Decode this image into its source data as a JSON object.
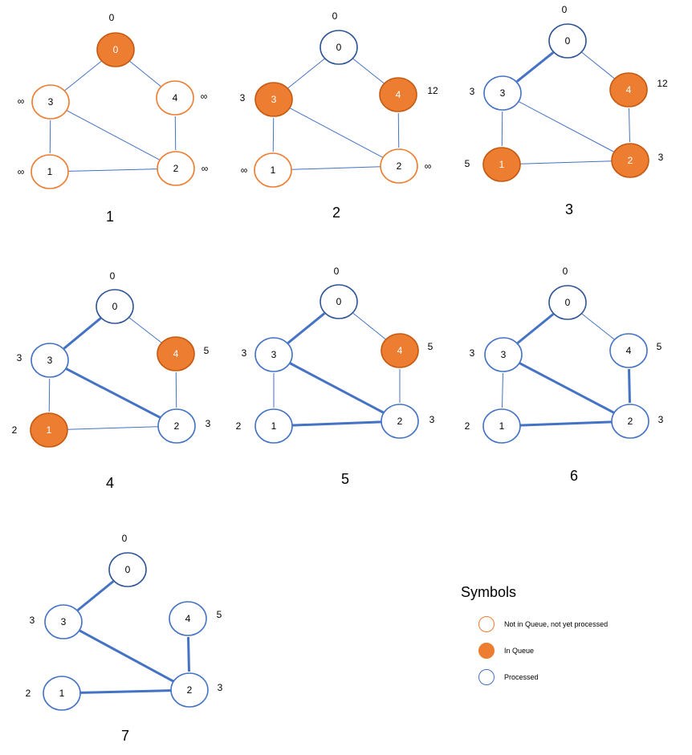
{
  "colors": {
    "not_processed": "#ed7d31",
    "in_queue": "#ed7d31",
    "processed": "#4472c4",
    "processed_dark": "#2f5597",
    "edge": "#4472c4"
  },
  "edges": [
    [
      0,
      3
    ],
    [
      0,
      4
    ],
    [
      3,
      1
    ],
    [
      3,
      2
    ],
    [
      4,
      2
    ],
    [
      1,
      2
    ]
  ],
  "steps": [
    {
      "title": "1",
      "nodes": [
        {
          "id": "0",
          "state": "queue",
          "dist": "0"
        },
        {
          "id": "3",
          "state": "new",
          "dist": "∞"
        },
        {
          "id": "4",
          "state": "new",
          "dist": "∞"
        },
        {
          "id": "1",
          "state": "new",
          "dist": "∞"
        },
        {
          "id": "2",
          "state": "new",
          "dist": "∞"
        }
      ],
      "bold_edges": []
    },
    {
      "title": "2",
      "nodes": [
        {
          "id": "0",
          "state": "done-dark",
          "dist": "0"
        },
        {
          "id": "3",
          "state": "queue",
          "dist": "3"
        },
        {
          "id": "4",
          "state": "queue",
          "dist": "12"
        },
        {
          "id": "1",
          "state": "new",
          "dist": "∞"
        },
        {
          "id": "2",
          "state": "new",
          "dist": "∞"
        }
      ],
      "bold_edges": []
    },
    {
      "title": "3",
      "nodes": [
        {
          "id": "0",
          "state": "done-dark",
          "dist": "0"
        },
        {
          "id": "3",
          "state": "done",
          "dist": "3"
        },
        {
          "id": "4",
          "state": "queue",
          "dist": "12"
        },
        {
          "id": "1",
          "state": "queue",
          "dist": "5"
        },
        {
          "id": "2",
          "state": "queue",
          "dist": "3"
        }
      ],
      "bold_edges": [
        [
          0,
          3
        ]
      ]
    },
    {
      "title": "4",
      "nodes": [
        {
          "id": "0",
          "state": "done-dark",
          "dist": "0"
        },
        {
          "id": "3",
          "state": "done",
          "dist": "3"
        },
        {
          "id": "4",
          "state": "queue",
          "dist": "5"
        },
        {
          "id": "1",
          "state": "queue",
          "dist": "2"
        },
        {
          "id": "2",
          "state": "done",
          "dist": "3"
        }
      ],
      "bold_edges": [
        [
          0,
          3
        ],
        [
          3,
          2
        ]
      ]
    },
    {
      "title": "5",
      "nodes": [
        {
          "id": "0",
          "state": "done-dark",
          "dist": "0"
        },
        {
          "id": "3",
          "state": "done",
          "dist": "3"
        },
        {
          "id": "4",
          "state": "queue",
          "dist": "5"
        },
        {
          "id": "1",
          "state": "done",
          "dist": "2"
        },
        {
          "id": "2",
          "state": "done",
          "dist": "3"
        }
      ],
      "bold_edges": [
        [
          0,
          3
        ],
        [
          3,
          2
        ],
        [
          1,
          2
        ]
      ]
    },
    {
      "title": "6",
      "nodes": [
        {
          "id": "0",
          "state": "done-dark",
          "dist": "0"
        },
        {
          "id": "3",
          "state": "done",
          "dist": "3"
        },
        {
          "id": "4",
          "state": "done",
          "dist": "5"
        },
        {
          "id": "1",
          "state": "done",
          "dist": "2"
        },
        {
          "id": "2",
          "state": "done",
          "dist": "3"
        }
      ],
      "bold_edges": [
        [
          0,
          3
        ],
        [
          3,
          2
        ],
        [
          1,
          2
        ],
        [
          4,
          2
        ]
      ]
    },
    {
      "title": "7",
      "nodes": [
        {
          "id": "0",
          "state": "done-dark",
          "dist": "0"
        },
        {
          "id": "3",
          "state": "done",
          "dist": "3"
        },
        {
          "id": "4",
          "state": "done",
          "dist": "5"
        },
        {
          "id": "1",
          "state": "done",
          "dist": "2"
        },
        {
          "id": "2",
          "state": "done",
          "dist": "3"
        }
      ],
      "bold_edges": [
        [
          0,
          3
        ],
        [
          3,
          2
        ],
        [
          1,
          2
        ],
        [
          4,
          2
        ]
      ],
      "hide_thin": true
    }
  ],
  "legend": {
    "heading": "Symbols",
    "items": [
      {
        "label": "Not in Queue, not yet processed",
        "state": "new"
      },
      {
        "label": "In Queue",
        "state": "queue"
      },
      {
        "label": "Processed",
        "state": "done"
      }
    ]
  }
}
